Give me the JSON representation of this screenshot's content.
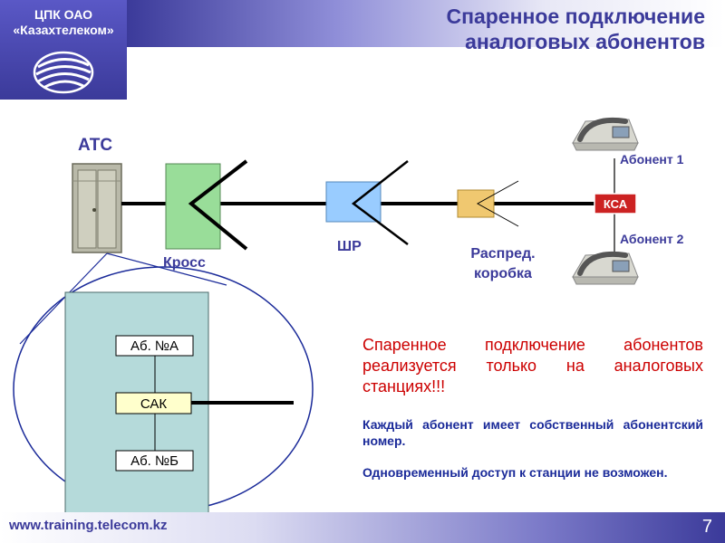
{
  "header": {
    "company_line1": "ЦПК ОАО",
    "company_line2": "«Казахтелеком»",
    "title_line1": "Спаренное подключение",
    "title_line2": "аналоговых абонентов"
  },
  "diagram": {
    "ats_label": "АТС",
    "cross_label": "Кросс",
    "shr_label": "ШР",
    "box_label_line1": "Распред.",
    "box_label_line2": "коробка",
    "ksa_label": "КСА",
    "subscriber1_label": "Абонент 1",
    "subscriber2_label": "Абонент 2",
    "ab_a_label": "Аб. №А",
    "sak_label": "САК",
    "ab_b_label": "Аб. №Б"
  },
  "text": {
    "para1": "Спаренное подключение абонентов реализуется только на аналоговых станциях!!!",
    "para2": "Каждый абонент имеет собственный абонентский номер.",
    "para3": "Одновременный доступ к станции  не возможен."
  },
  "footer": {
    "url": "www.training.telecom.kz",
    "page": "7"
  }
}
